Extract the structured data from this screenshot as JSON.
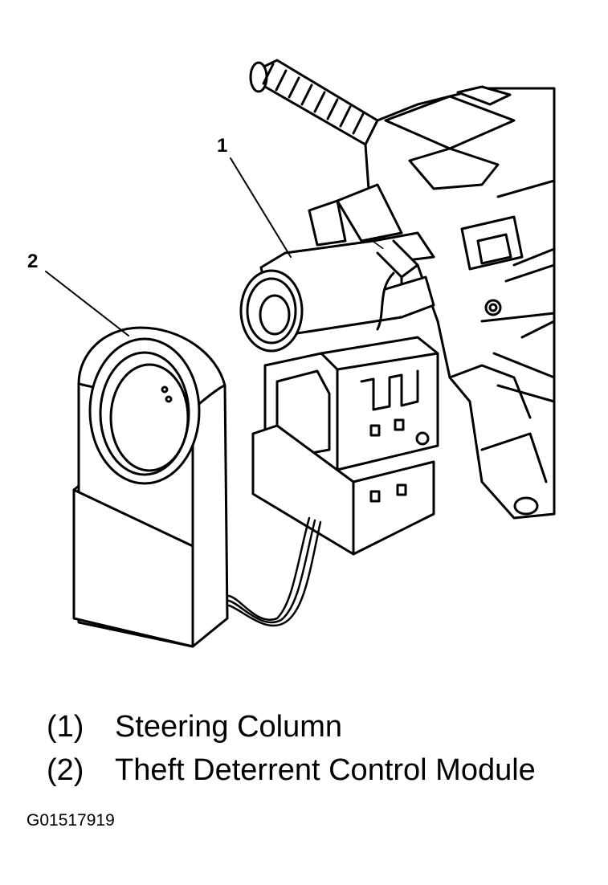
{
  "callouts": [
    {
      "number": "1"
    },
    {
      "number": "2"
    }
  ],
  "legend": [
    {
      "number": "(1)",
      "label": "Steering Column"
    },
    {
      "number": "(2)",
      "label": "Theft Deterrent Control Module"
    }
  ],
  "figure_id": "G01517919",
  "colors": {
    "line": "#000000",
    "background": "#ffffff"
  }
}
